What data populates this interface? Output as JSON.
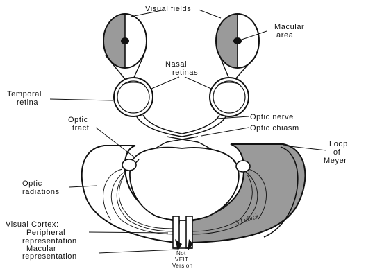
{
  "labels": {
    "visual_fields": "Visual fields",
    "macular_area_1": "Macular",
    "macular_area_2": "area",
    "nasal_retinas_1": "Nasal",
    "nasal_retinas_2": "retinas",
    "temporal_retina_1": "Temporal",
    "temporal_retina_2": "retina",
    "optic_nerve": "Optic nerve",
    "optic_tract_1": "Optic",
    "optic_tract_2": "tract",
    "optic_chiasm": "Optic chiasm",
    "loop_of_meyer_1": "Loop",
    "loop_of_meyer_2": "of",
    "loop_of_meyer_3": "Meyer",
    "optic_radiations_1": "Optic",
    "optic_radiations_2": "radiations",
    "visual_cortex": "Visual Cortex:",
    "peripheral_1": "Peripheral",
    "peripheral_2": "representation",
    "macular_rep_1": "Macular",
    "macular_rep_2": "representation",
    "bottom_1": "Not",
    "bottom_2": "VEIT",
    "bottom_3": "Version"
  },
  "signature": "S.Lubick",
  "colors": {
    "ink": "#111111",
    "gray_fill": "#9a9a9a",
    "light_fill": "#ffffff"
  }
}
